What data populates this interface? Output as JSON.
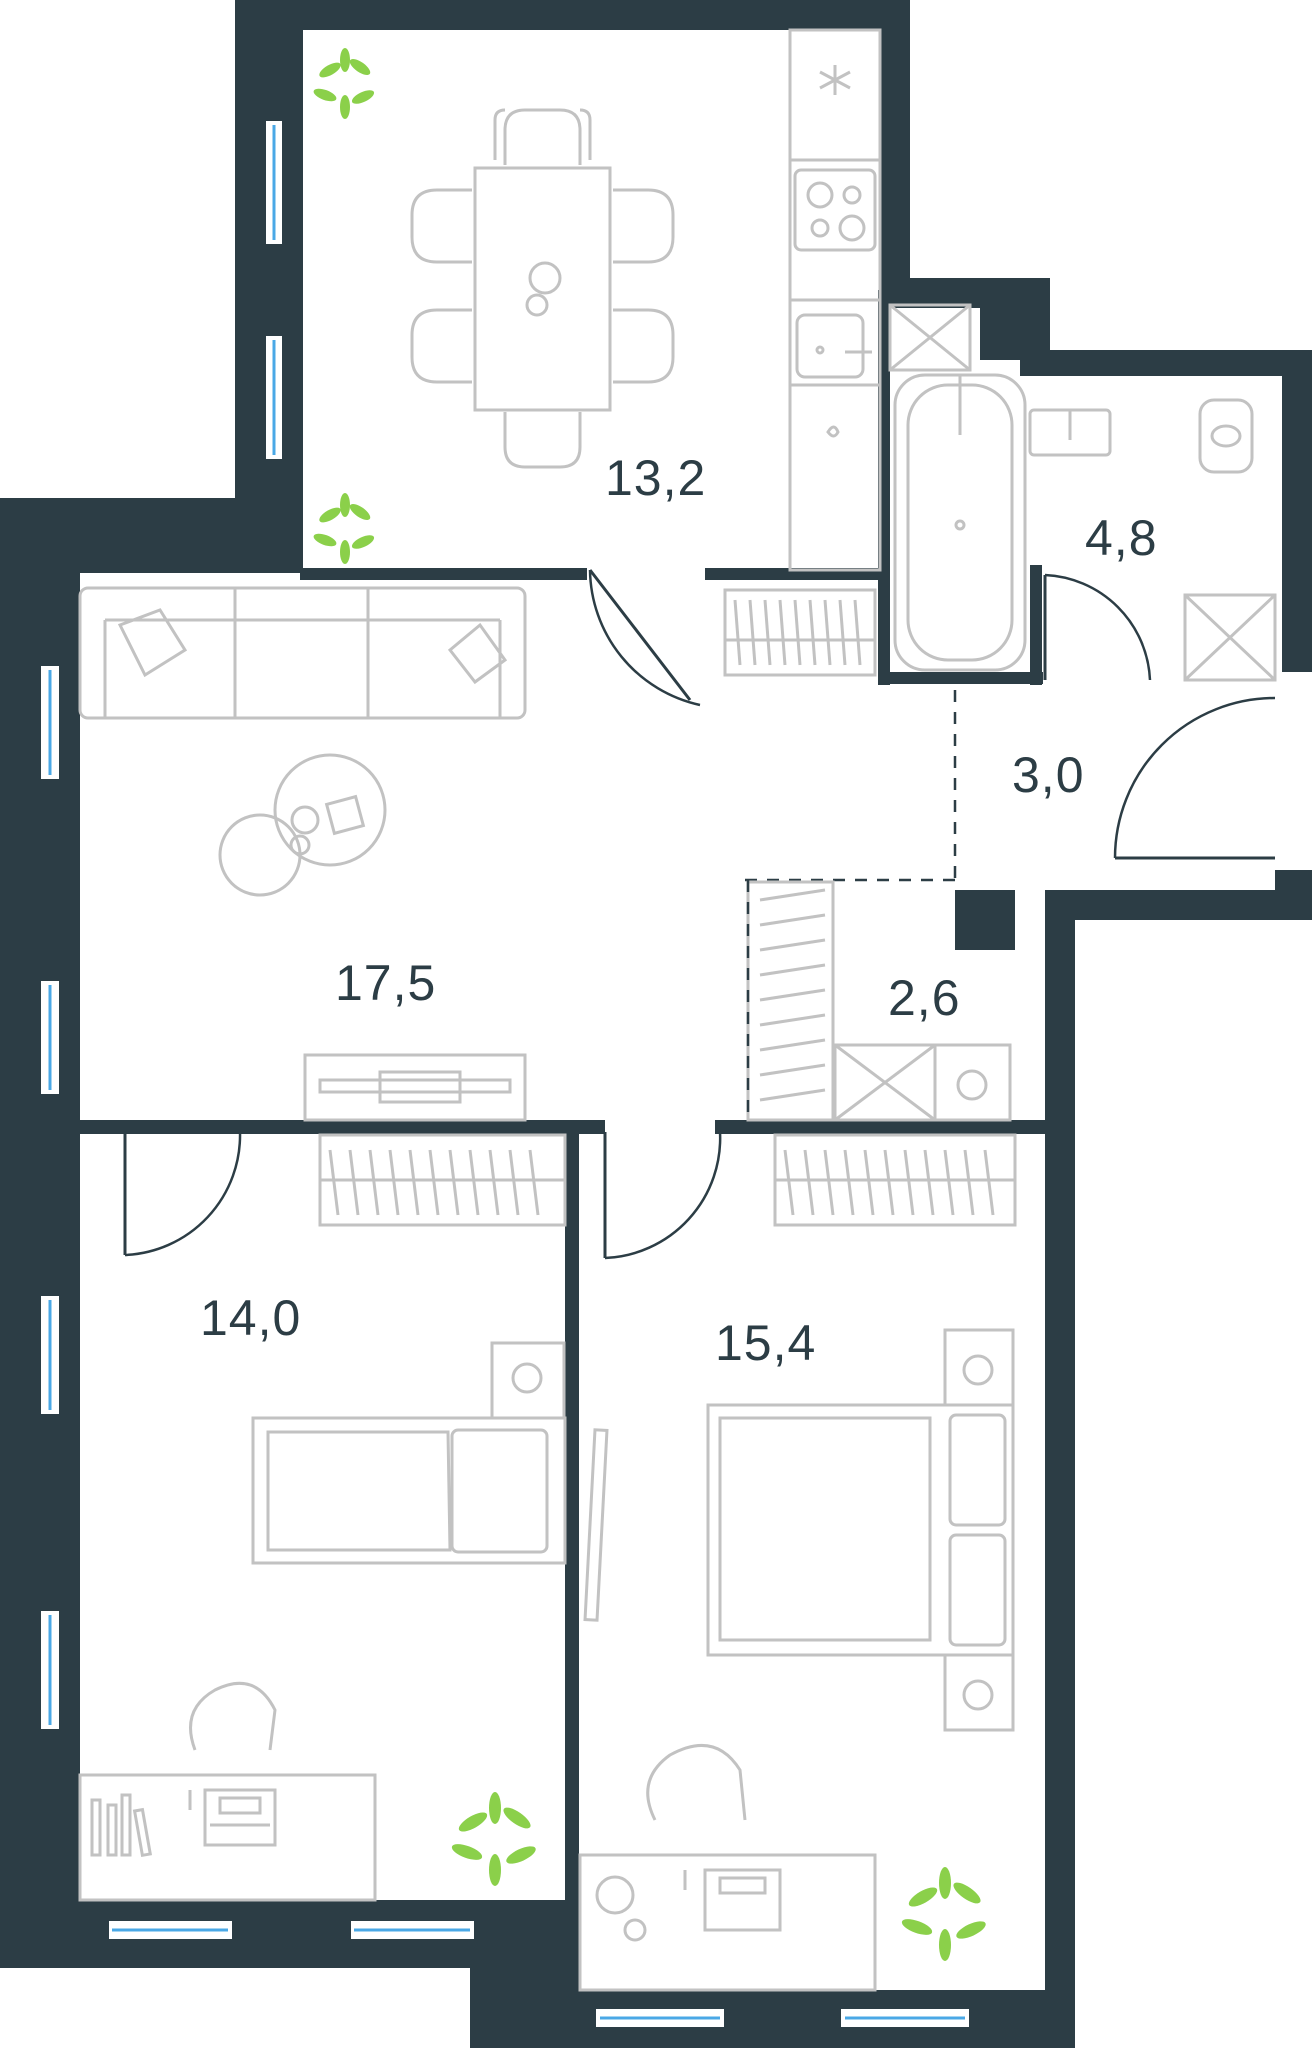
{
  "floorplan": {
    "colors": {
      "wall": "#2c3d45",
      "window_glass": "#4aa8e6",
      "furniture": "#c2c2c2",
      "plants": "#8bd04a"
    },
    "rooms": [
      {
        "id": "kitchen",
        "area": "13,2"
      },
      {
        "id": "bathroom",
        "area": "4,8"
      },
      {
        "id": "hall",
        "area": "3,0"
      },
      {
        "id": "living",
        "area": "17,5"
      },
      {
        "id": "storage",
        "area": "2,6"
      },
      {
        "id": "bedroom-left",
        "area": "14,0"
      },
      {
        "id": "bedroom-right",
        "area": "15,4"
      }
    ]
  }
}
